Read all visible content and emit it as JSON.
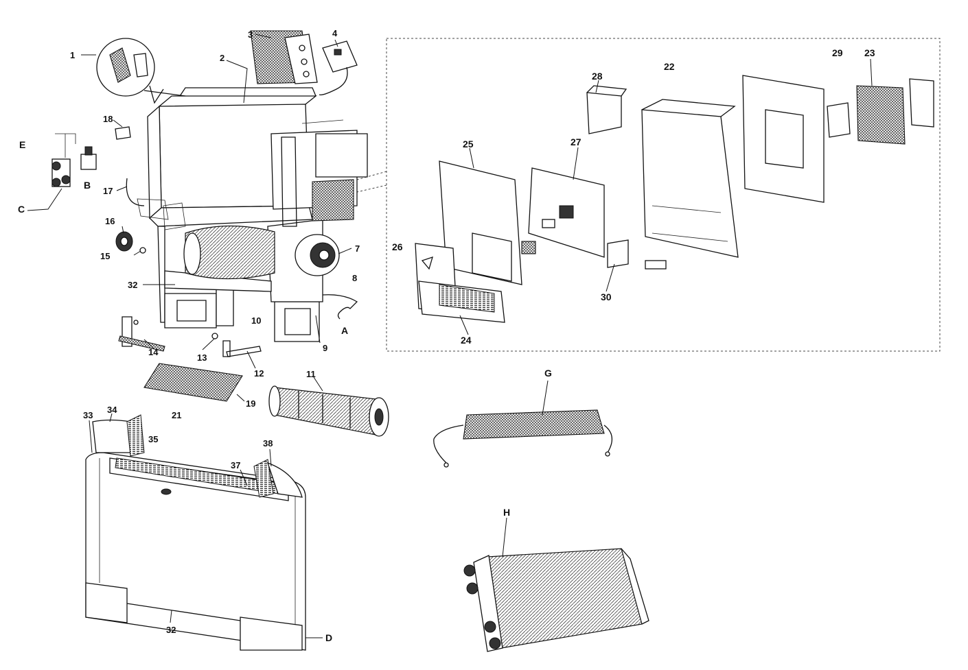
{
  "labels": {
    "l1": "1",
    "l2": "2",
    "l3": "3",
    "l4": "4",
    "l7": "7",
    "l8": "8",
    "l9": "9",
    "l10": "10",
    "l11": "11",
    "l12": "12",
    "l13": "13",
    "l14": "14",
    "l15": "15",
    "l16": "16",
    "l17": "17",
    "l18": "18",
    "l19": "19",
    "l21": "21",
    "l22": "22",
    "l23": "23",
    "l24": "24",
    "l25": "25",
    "l26": "26",
    "l27": "27",
    "l28": "28",
    "l29": "29",
    "l30": "30",
    "l32a": "32",
    "l32b": "32",
    "l33": "33",
    "l34": "34",
    "l35": "35",
    "l37": "37",
    "l38": "38",
    "lA": "A",
    "lB": "B",
    "lC": "C",
    "lD": "D",
    "lE": "E",
    "lG": "G",
    "lH": "H"
  }
}
